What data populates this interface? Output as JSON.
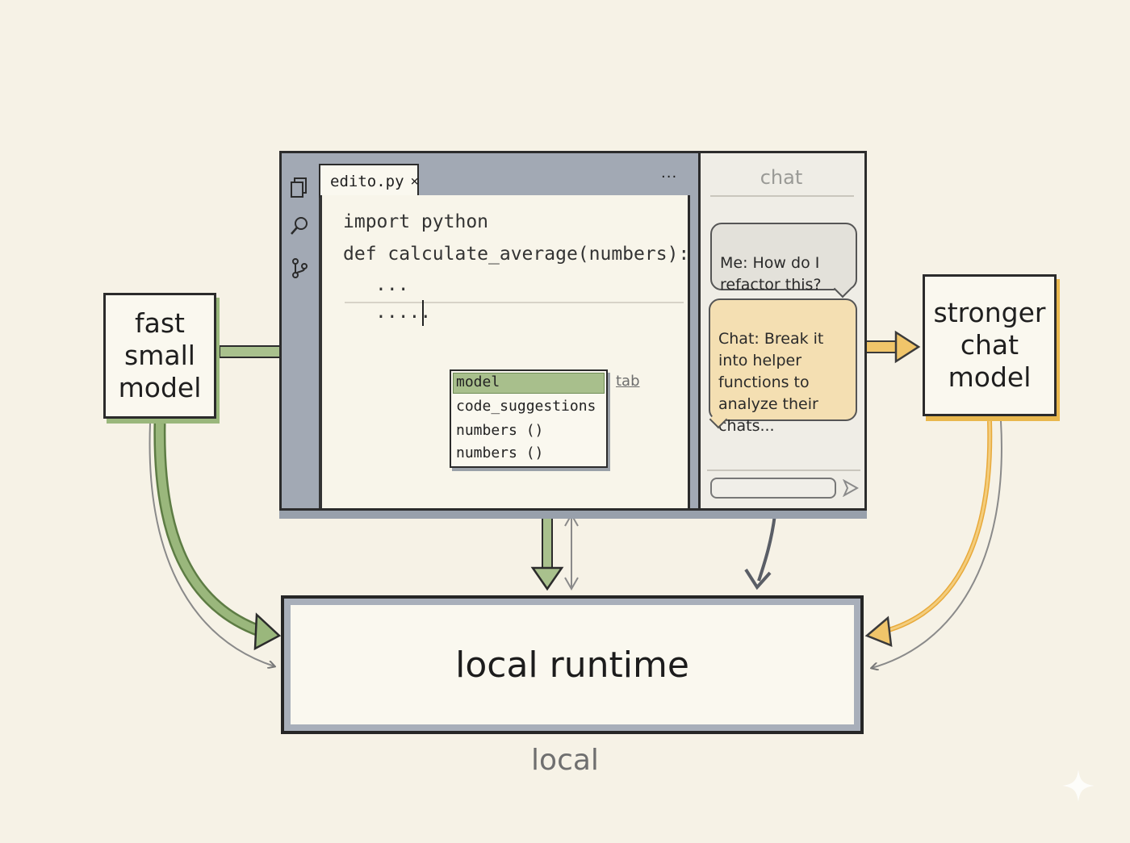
{
  "fast_model": {
    "label": "fast\nsmall\nmodel"
  },
  "strong_model": {
    "label": "stronger\nchat\nmodel"
  },
  "editor": {
    "tab_title": "edito.py",
    "tab_close": "×",
    "more": "...",
    "code_lines": [
      "import python",
      "def calculate_average(numbers):",
      "...",
      "....."
    ],
    "autocomplete_items": [
      "model",
      "code_suggestions",
      "numbers ()",
      "numbers ()"
    ],
    "tab_hint": "tab"
  },
  "chat": {
    "title": "chat",
    "user_message": "Me: How do I\n   refactor this?",
    "bot_message": "Chat: Break it\n  into helper\n  functions to\n  analyze their\n  chats..."
  },
  "runtime": {
    "label": "local runtime"
  },
  "footer": {
    "label": "local"
  },
  "colors": {
    "green": "#6f8f52",
    "yellow": "#e8a93a",
    "gray": "#5a5e66",
    "frame": "#a2a9b4"
  }
}
